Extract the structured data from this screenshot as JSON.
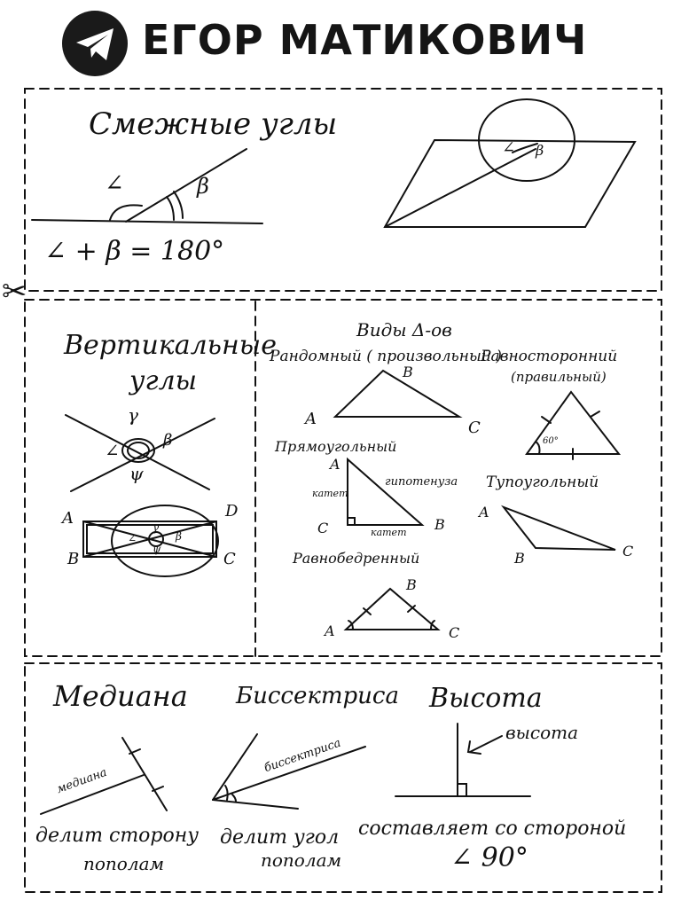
{
  "header": {
    "author": "ЕГОР МАТИКОВИЧ",
    "logo_icon": "telegram-plane-icon"
  },
  "adjacent": {
    "title": "Смежные углы",
    "alpha": "∠",
    "beta": "β",
    "formula": "∠ + β = 180°",
    "inner_alpha": "∠",
    "inner_beta": "β"
  },
  "vertical": {
    "title_line1": "Вертикальные",
    "title_line2": "углы",
    "gamma": "γ",
    "alpha": "∠",
    "beta": "β",
    "psi": "ψ",
    "rect_A": "A",
    "rect_D": "D",
    "rect_B": "B",
    "rect_C": "C",
    "rect_gamma": "γ",
    "rect_alpha": "∠",
    "rect_beta": "β",
    "rect_psi": "ψ"
  },
  "triangles": {
    "title": "Виды Δ-ов",
    "random": {
      "name": "Рандомный ( произвольный )",
      "A": "A",
      "B": "B",
      "C": "C"
    },
    "equilateral": {
      "name": "Равносторонний",
      "sub": "(правильный)",
      "angle": "60°"
    },
    "right": {
      "name": "Прямоугольный",
      "A": "A",
      "C": "C",
      "B": "B",
      "leg1": "катет",
      "leg2": "катет",
      "hyp": "гипотенуза"
    },
    "obtuse": {
      "name": "Тупоугольный",
      "A": "A",
      "B": "B",
      "C": "C"
    },
    "isosceles": {
      "name": "Равнобедренный",
      "A": "A",
      "B": "B",
      "C": "C"
    }
  },
  "bottom": {
    "median": {
      "title": "Медиана",
      "label": "медиана",
      "desc1": "делит сторону",
      "desc2": "пополам"
    },
    "bisector": {
      "title": "Биссектриса",
      "label": "биссектриса",
      "desc1": "делит угол",
      "desc2": "пополам"
    },
    "height": {
      "title": "Высота",
      "label": "высота",
      "desc1": "составляет со стороной",
      "desc2": "∠ 90°"
    }
  },
  "scissors_icon": "scissors-icon"
}
